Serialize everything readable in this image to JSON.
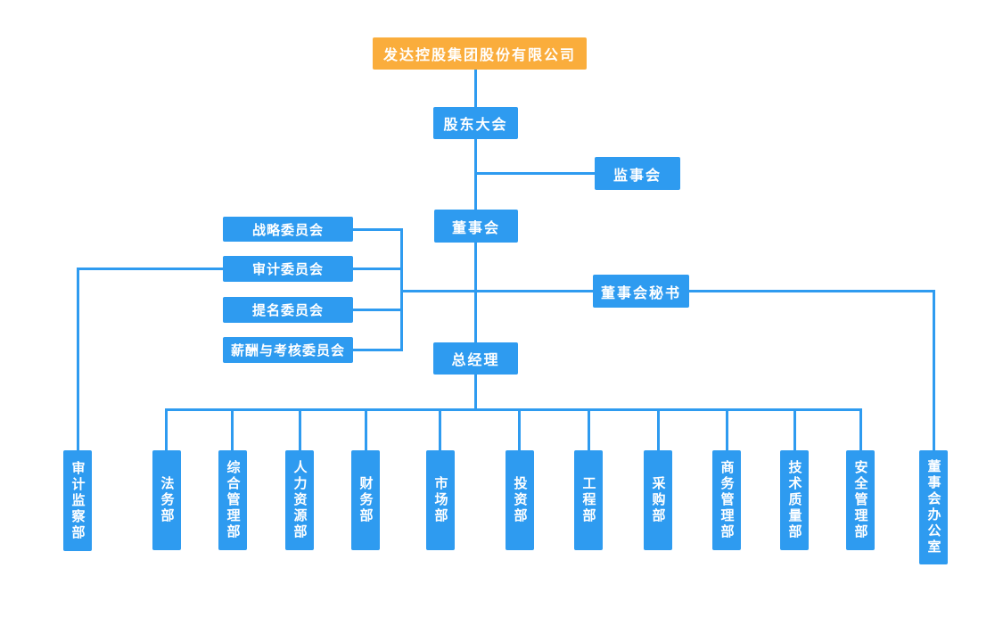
{
  "colors": {
    "node_blue": "#2E9BF0",
    "root_orange": "#FAAD3C",
    "text_white": "#FFFFFF",
    "background": "#FFFFFF"
  },
  "nodes": {
    "root": "发达控股集团股份有限公司",
    "shareholders_meeting": "股东大会",
    "supervisory_board": "监事会",
    "board_of_directors": "董事会",
    "strategy_committee": "战略委员会",
    "audit_committee": "审计委员会",
    "nomination_committee": "提名委员会",
    "compensation_committee": "薪酬与考核委员会",
    "board_secretary": "董事会秘书",
    "general_manager": "总经理"
  },
  "departments": [
    "审计监察部",
    "法务部",
    "综合管理部",
    "人力资源部",
    "财务部",
    "市场部",
    "投资部",
    "工程部",
    "采购部",
    "商务管理部",
    "技术质量部",
    "安全管理部",
    "董事会办公室"
  ]
}
